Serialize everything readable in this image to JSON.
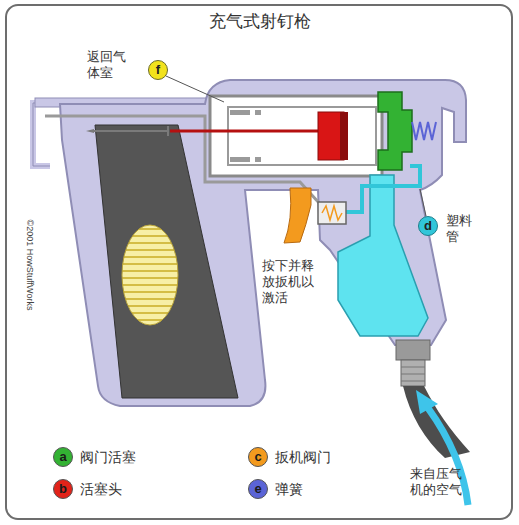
{
  "diagram": {
    "title": "充气式射钉枪",
    "nodes": [
      {
        "text": [
          "返回气 体室",
          "f"
        ]
      },
      {
        "text": [
          "d",
          "塑料 管"
        ]
      }
    ],
    "labels": [
      "©2001 HowStuffWorks",
      "按下并释 放扳机以 激活",
      "来自压气 机的空气",
      "a",
      "b",
      "c",
      "e"
    ],
    "legend": [
      {
        "text": "阀门活塞",
        "color": "#33b233"
      },
      {
        "text": "活塞头",
        "color": "#e2231a"
      },
      {
        "text": "扳机阀门",
        "color": "#f39a1e"
      },
      {
        "text": "弹簧",
        "color": "#5b64d6"
      }
    ]
  }
}
